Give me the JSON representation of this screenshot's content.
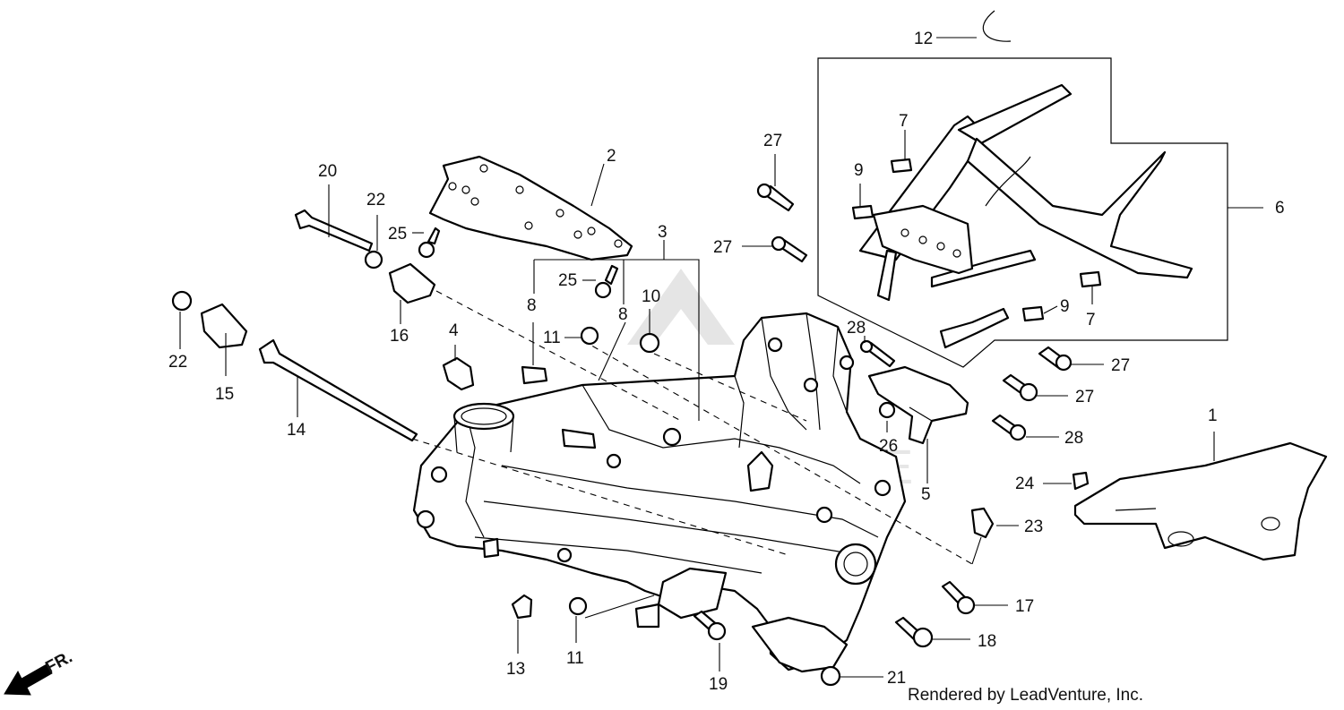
{
  "credit": "Rendered by LeadVenture, Inc.",
  "direction_label": "FR.",
  "callouts": {
    "c1": "1",
    "c2": "2",
    "c3": "3",
    "c4": "4",
    "c5": "5",
    "c6": "6",
    "c7a": "7",
    "c7b": "7",
    "c8a": "8",
    "c8b": "8",
    "c9a": "9",
    "c9b": "9",
    "c10": "10",
    "c11a": "11",
    "c11b": "11",
    "c12": "12",
    "c13": "13",
    "c14": "14",
    "c15": "15",
    "c16": "16",
    "c17": "17",
    "c18": "18",
    "c19": "19",
    "c20": "20",
    "c21": "21",
    "c22a": "22",
    "c22b": "22",
    "c23": "23",
    "c24": "24",
    "c25a": "25",
    "c25b": "25",
    "c26": "26",
    "c27a": "27",
    "c27b": "27",
    "c27c": "27",
    "c27d": "27",
    "c28a": "28",
    "c28b": "28"
  },
  "colors": {
    "line": "#000000",
    "background": "#ffffff",
    "watermark": "#d6d6d6"
  }
}
